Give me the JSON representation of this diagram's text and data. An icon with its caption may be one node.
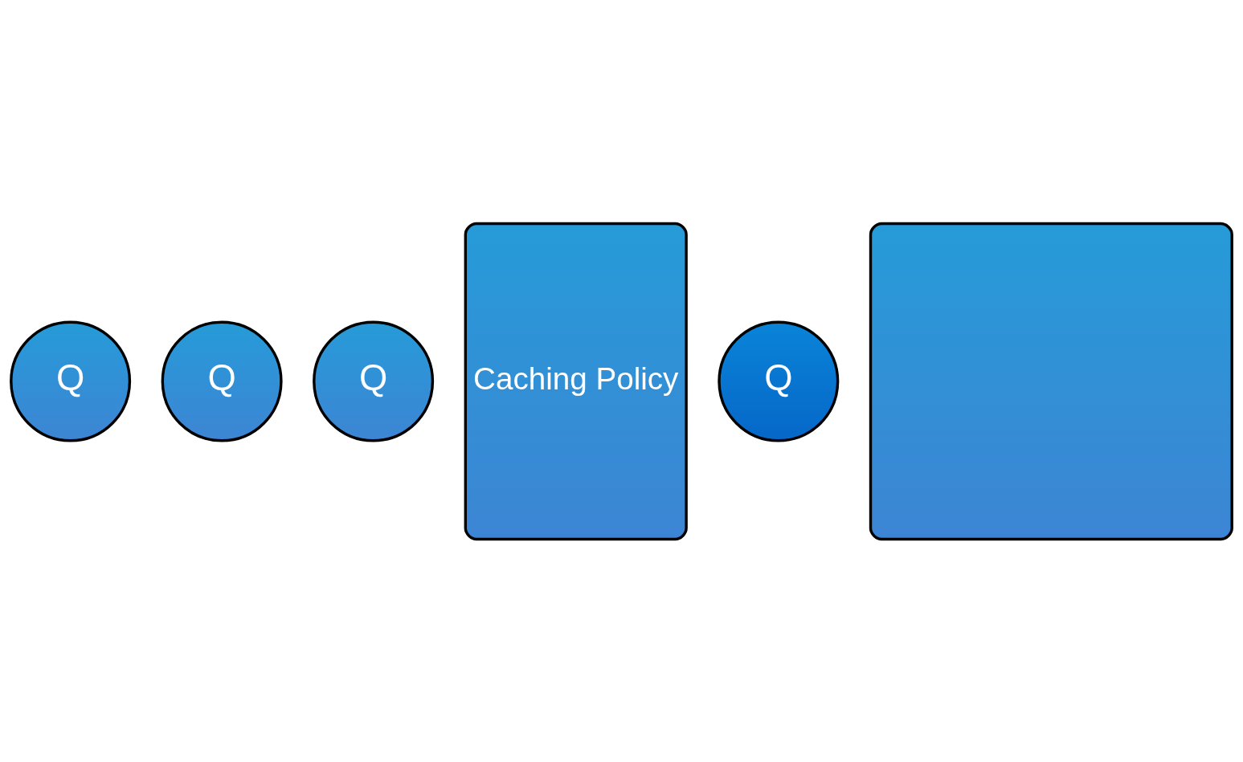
{
  "diagram": {
    "nodes": [
      {
        "text": [
          "Q"
        ]
      },
      {
        "text": [
          "Q"
        ]
      },
      {
        "text": [
          "Q"
        ]
      },
      {
        "text": [
          "Caching Policy"
        ]
      },
      {
        "text": [
          "Q"
        ]
      },
      {
        "text": [],
        "shape": "box"
      }
    ]
  }
}
